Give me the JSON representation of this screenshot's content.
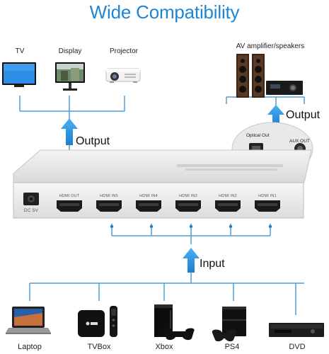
{
  "title": "Wide Compatibility",
  "outputs": {
    "tv": "TV",
    "display": "Display",
    "projector": "Projector",
    "av": "AV amplifier/speakers"
  },
  "arrows": {
    "output_left": "Output",
    "output_right": "Output",
    "input": "Input"
  },
  "device": {
    "ports": [
      "HDMI OUT",
      "HDMI IN5",
      "HDMI IN4",
      "HDMI IN3",
      "HDMI IN2",
      "HDMI IN1"
    ],
    "dc_label": "DC 5V",
    "optical_label": "Optical Out",
    "aux_label": "AUX OUT"
  },
  "sources": [
    "Laptop",
    "TVBox",
    "Xbox",
    "PS4",
    "DVD"
  ],
  "colors": {
    "title": "#1f86d3",
    "lines": "#4a9fd8",
    "arrow": "#2a90dd"
  }
}
